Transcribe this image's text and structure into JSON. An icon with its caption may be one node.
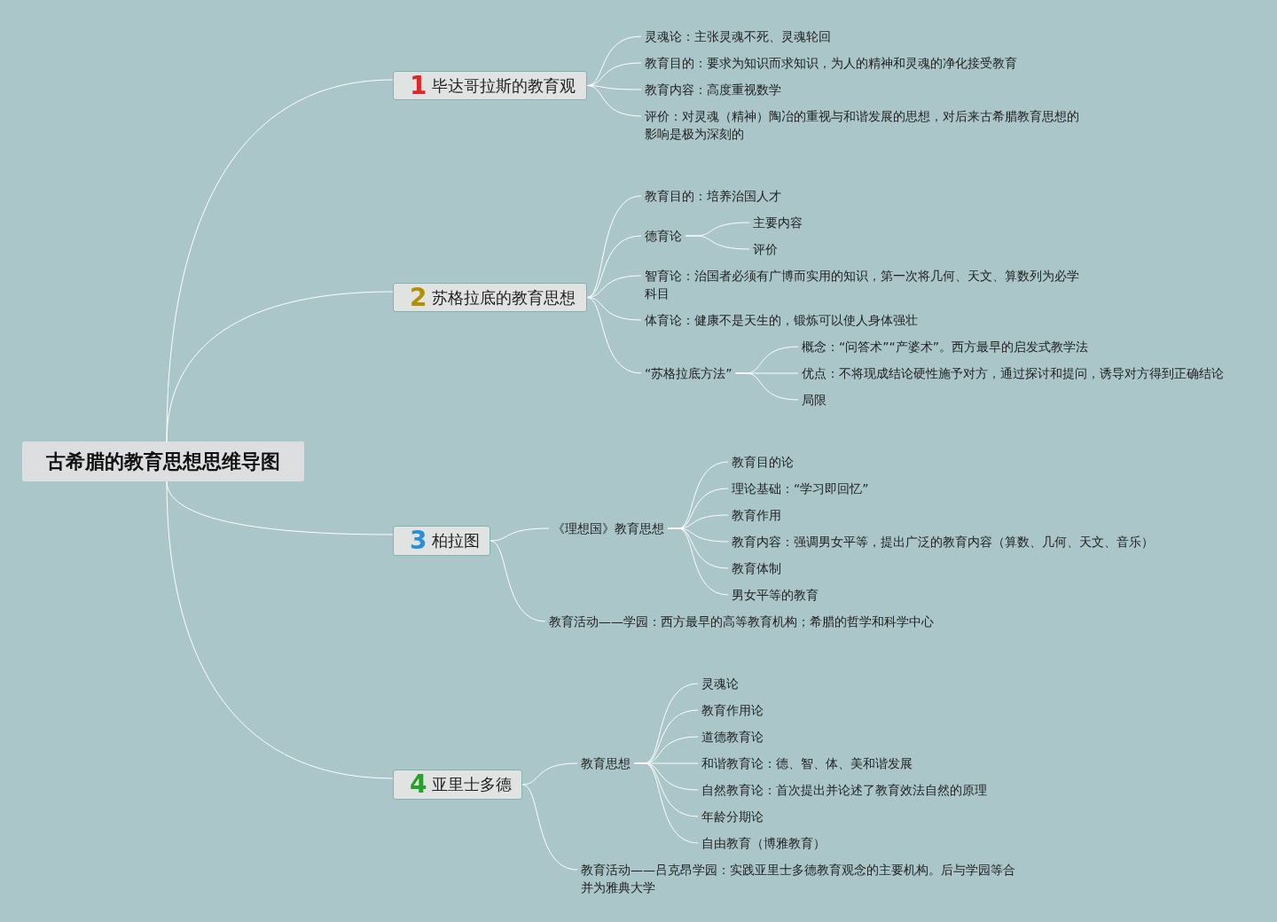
{
  "diagram": {
    "nodes": [
      {
        "text": [
          "古希腊的教育思想思维导图"
        ]
      },
      {
        "text": [
          "1",
          "毕达哥拉斯的教育观"
        ]
      },
      {
        "text": [
          "灵魂论：主张灵魂不死、灵魂轮回"
        ]
      },
      {
        "text": [
          "教育目的：要求为知识而求知识，为人的精神和灵魂的净化接受教育"
        ]
      },
      {
        "text": [
          "教育内容：高度重视数学"
        ]
      },
      {
        "text": [
          "评价：对灵魂（精神）陶冶的重视与和谐发展的思想，对后来古希腊教育思想的影响是极为深刻的"
        ]
      },
      {
        "text": [
          "2",
          "苏格拉底的教育思想"
        ]
      },
      {
        "text": [
          "教育目的：培养治国人才"
        ]
      },
      {
        "text": [
          "德育论"
        ]
      },
      {
        "text": [
          "主要内容"
        ]
      },
      {
        "text": [
          "评价"
        ]
      },
      {
        "text": [
          "智育论：治国者必须有广博而实用的知识，第一次将几何、天文、算数列为必学科目"
        ]
      },
      {
        "text": [
          "体育论：健康不是天生的，锻炼可以使人身体强壮"
        ]
      },
      {
        "text": [
          "“苏格拉底方法”"
        ]
      },
      {
        "text": [
          "概念：“问答术”“产婆术”。西方最早的启发式教学法"
        ]
      },
      {
        "text": [
          "优点：不将现成结论硬性施予对方，通过探讨和提问，诱导对方得到正确结论"
        ]
      },
      {
        "text": [
          "局限"
        ]
      },
      {
        "text": [
          "3",
          "柏拉图"
        ]
      },
      {
        "text": [
          "《理想国》教育思想"
        ]
      },
      {
        "text": [
          "教育目的论"
        ]
      },
      {
        "text": [
          "理论基础：“学习即回忆”"
        ]
      },
      {
        "text": [
          "教育作用"
        ]
      },
      {
        "text": [
          "教育内容：强调男女平等，提出广泛的教育内容（算数、几何、天文、音乐）"
        ]
      },
      {
        "text": [
          "教育体制"
        ]
      },
      {
        "text": [
          "男女平等的教育"
        ]
      },
      {
        "text": [
          "教育活动——学园：西方最早的高等教育机构；希腊的哲学和科学中心"
        ]
      },
      {
        "text": [
          "4",
          "亚里士多德"
        ]
      },
      {
        "text": [
          "教育思想"
        ]
      },
      {
        "text": [
          "灵魂论"
        ]
      },
      {
        "text": [
          "教育作用论"
        ]
      },
      {
        "text": [
          "道德教育论"
        ]
      },
      {
        "text": [
          "和谐教育论：德、智、体、美和谐发展"
        ]
      },
      {
        "text": [
          "自然教育论：首次提出并论述了教育效法自然的原理"
        ]
      },
      {
        "text": [
          "年龄分期论"
        ]
      },
      {
        "text": [
          "自由教育（博雅教育）"
        ]
      },
      {
        "text": [
          "教育活动——吕克昂学园：实践亚里士多德教育观念的主要机构。后与学园等合并为雅典大学"
        ]
      }
    ],
    "edges": [
      {
        "from": 0,
        "to": 1,
        "arrow": "none"
      },
      {
        "from": 1,
        "to": 2,
        "arrow": "none"
      },
      {
        "from": 1,
        "to": 3,
        "arrow": "none"
      },
      {
        "from": 1,
        "to": 4,
        "arrow": "none"
      },
      {
        "from": 1,
        "to": 5,
        "arrow": "none"
      },
      {
        "from": 0,
        "to": 6,
        "arrow": "none"
      },
      {
        "from": 6,
        "to": 7,
        "arrow": "none"
      },
      {
        "from": 6,
        "to": 8,
        "arrow": "none"
      },
      {
        "from": 8,
        "to": 9,
        "arrow": "none"
      },
      {
        "from": 8,
        "to": 10,
        "arrow": "none"
      },
      {
        "from": 6,
        "to": 11,
        "arrow": "none"
      },
      {
        "from": 6,
        "to": 12,
        "arrow": "none"
      },
      {
        "from": 6,
        "to": 13,
        "arrow": "none"
      },
      {
        "from": 13,
        "to": 14,
        "arrow": "none"
      },
      {
        "from": 13,
        "to": 15,
        "arrow": "none"
      },
      {
        "from": 13,
        "to": 16,
        "arrow": "none"
      },
      {
        "from": 0,
        "to": 17,
        "arrow": "none"
      },
      {
        "from": 17,
        "to": 18,
        "arrow": "none"
      },
      {
        "from": 18,
        "to": 19,
        "arrow": "none"
      },
      {
        "from": 18,
        "to": 20,
        "arrow": "none"
      },
      {
        "from": 18,
        "to": 21,
        "arrow": "none"
      },
      {
        "from": 18,
        "to": 22,
        "arrow": "none"
      },
      {
        "from": 18,
        "to": 23,
        "arrow": "none"
      },
      {
        "from": 18,
        "to": 24,
        "arrow": "none"
      },
      {
        "from": 17,
        "to": 25,
        "arrow": "none"
      },
      {
        "from": 0,
        "to": 26,
        "arrow": "none"
      },
      {
        "from": 26,
        "to": 27,
        "arrow": "none"
      },
      {
        "from": 27,
        "to": 28,
        "arrow": "none"
      },
      {
        "from": 27,
        "to": 29,
        "arrow": "none"
      },
      {
        "from": 27,
        "to": 30,
        "arrow": "none"
      },
      {
        "from": 27,
        "to": 31,
        "arrow": "none"
      },
      {
        "from": 27,
        "to": 32,
        "arrow": "none"
      },
      {
        "from": 27,
        "to": 33,
        "arrow": "none"
      },
      {
        "from": 27,
        "to": 34,
        "arrow": "none"
      },
      {
        "from": 26,
        "to": 35,
        "arrow": "none"
      }
    ]
  }
}
